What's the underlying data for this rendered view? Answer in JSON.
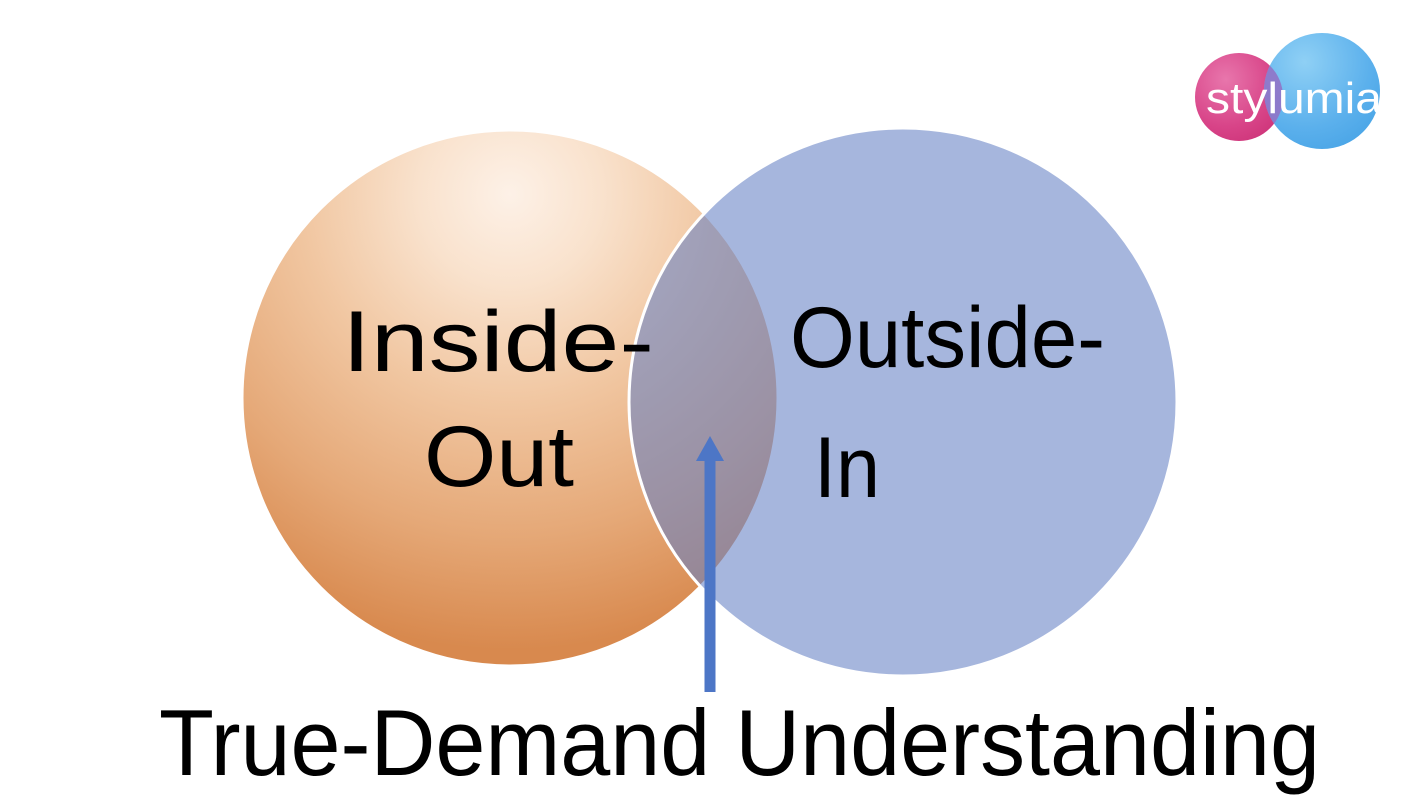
{
  "page": {
    "background_color": "#ffffff"
  },
  "venn": {
    "left_circle": {
      "label_line1": "Inside-",
      "label_line2": "Out",
      "gradient_inner_color": "#fdf1e7",
      "gradient_mid_color": "#f1c7a2",
      "gradient_outer_color": "#d8894e"
    },
    "right_circle": {
      "label_line1": "Outside-",
      "label_line2": "In",
      "base_color": "#6582c4",
      "rendered_color": "#a5b6dc"
    },
    "outline_color": "#ffffff",
    "label_color": "#000000"
  },
  "arrow": {
    "color": "#4d76c6",
    "direction": "up",
    "target": "circle-intersection"
  },
  "caption": {
    "text": "True-Demand Understanding",
    "color": "#000000"
  },
  "logo": {
    "text": "stylumia",
    "text_color": "#ffffff",
    "pink_circle_color": "#ca2e74",
    "pink_circle_light_color": "#e876ac",
    "blue_circle_color": "#42a0e4",
    "blue_circle_light_color": "#8fd0f5",
    "overlap_color": "#9173c7"
  }
}
